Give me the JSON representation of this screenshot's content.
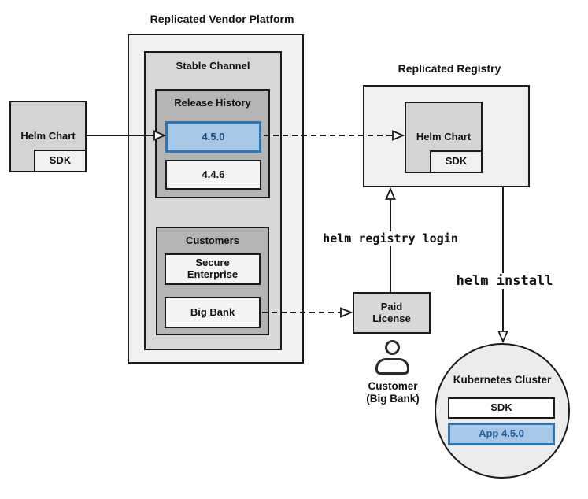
{
  "colors": {
    "box_border": "#1a1a1a",
    "highlight_fill": "#a7c7e7",
    "highlight_border": "#2e75b6",
    "highlight_text": "#1f4e79"
  },
  "platform": {
    "title": "Replicated Vendor Platform",
    "stable_channel": {
      "label": "Stable Channel",
      "release_history": {
        "label": "Release History",
        "releases": [
          {
            "version": "4.5.0",
            "highlighted": true
          },
          {
            "version": "4.4.6",
            "highlighted": false
          }
        ]
      },
      "customers": {
        "label": "Customers",
        "items": [
          {
            "name": "Secure Enterprise"
          },
          {
            "name": "Big Bank"
          }
        ]
      }
    }
  },
  "source_helm_chart": {
    "label": "Helm Chart",
    "sdk": "SDK"
  },
  "registry": {
    "title": "Replicated Registry",
    "helm_chart": {
      "label": "Helm Chart",
      "sdk": "SDK"
    }
  },
  "paid_license": {
    "label": "Paid License"
  },
  "customer": {
    "label": "Customer (Big Bank)"
  },
  "commands": {
    "registry_login": "helm registry login",
    "install": "helm install"
  },
  "cluster": {
    "title": "Kubernetes Cluster",
    "sdk": "SDK",
    "app": "App 4.5.0"
  }
}
